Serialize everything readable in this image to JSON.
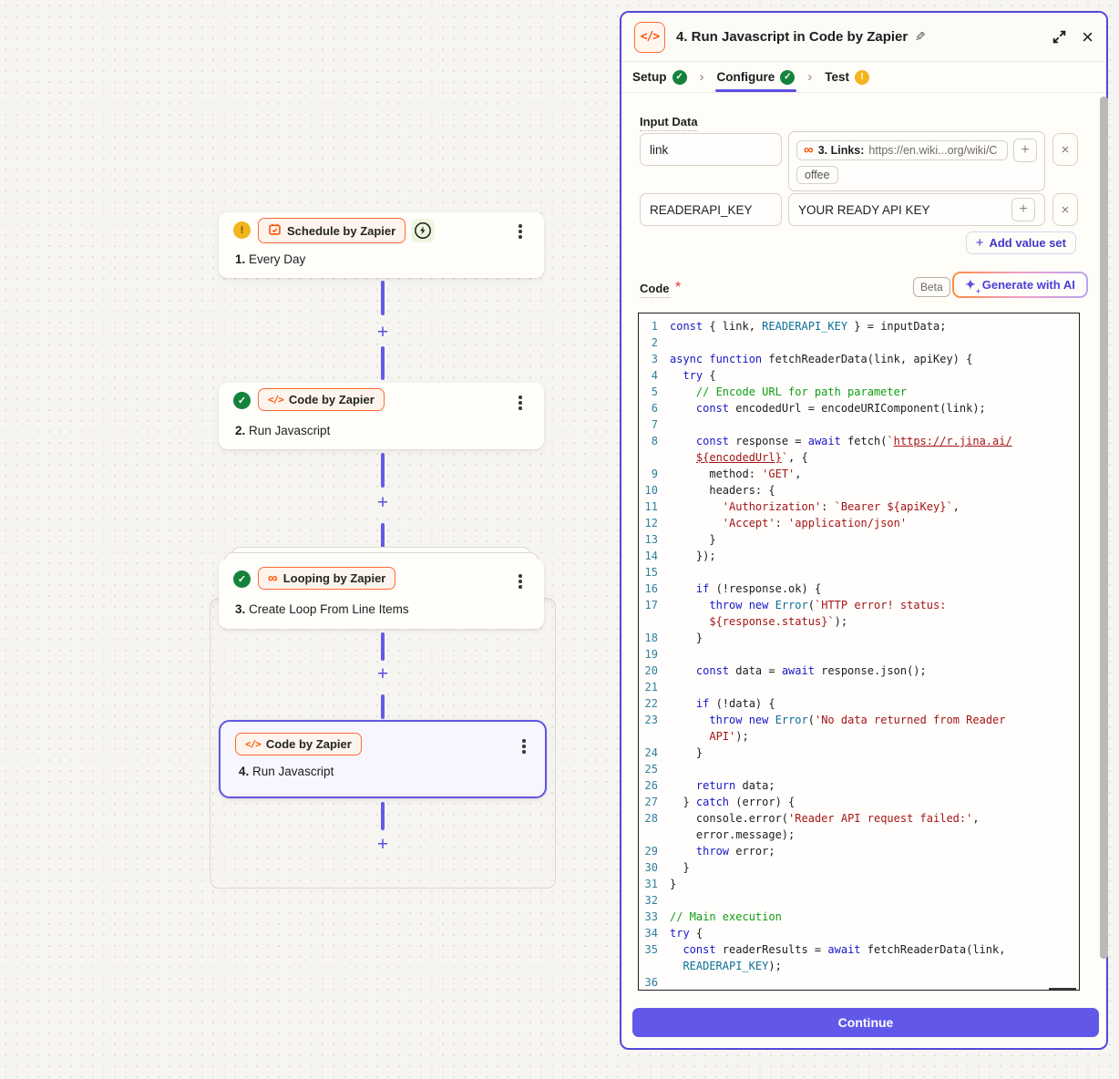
{
  "colors": {
    "brand_orange": "#ff4f00",
    "accent_purple": "#5b4fe0",
    "success_green": "#15823b",
    "warning_amber": "#f2b51d",
    "code_keyword": "#1717c9",
    "code_string": "#a31515",
    "code_comment": "#0d9f13",
    "code_variable": "#0b6e99"
  },
  "canvas": {
    "nodes": [
      {
        "app": "Schedule by Zapier",
        "step_num": "1.",
        "step_title": "Every Day",
        "status": "warning"
      },
      {
        "app": "Code by Zapier",
        "step_num": "2.",
        "step_title": "Run Javascript",
        "status": "done"
      },
      {
        "app": "Looping by Zapier",
        "step_num": "3.",
        "step_title": "Create Loop From Line Items",
        "status": "done"
      },
      {
        "app": "Code by Zapier",
        "step_num": "4.",
        "step_title": "Run Javascript",
        "status": "selected"
      }
    ]
  },
  "panel": {
    "header": {
      "title": "4. Run Javascript in Code by Zapier"
    },
    "tabs": [
      {
        "label": "Setup",
        "status": "done"
      },
      {
        "label": "Configure",
        "status": "done",
        "active": true
      },
      {
        "label": "Test",
        "status": "warning"
      }
    ],
    "input_data": {
      "label": "Input Data",
      "rows": [
        {
          "key": "link",
          "chip_bold": "3. Links:",
          "chip_url": "https://en.wiki...org/wiki/C",
          "chip_overflow": "offee"
        },
        {
          "key": "READERAPI_KEY",
          "value": "YOUR READY API KEY"
        }
      ],
      "add_value_set": "Add value set"
    },
    "code_section": {
      "label": "Code",
      "beta": "Beta",
      "generate": "Generate with AI"
    },
    "continue_label": "Continue"
  },
  "code": {
    "lines": [
      {
        "n": 1,
        "i": 0,
        "t": [
          [
            "k",
            "const"
          ],
          [
            "p",
            " { link, "
          ],
          [
            "v",
            "READERAPI_KEY"
          ],
          [
            "p",
            " } = inputData;"
          ]
        ]
      },
      {
        "n": 2,
        "i": 0,
        "t": []
      },
      {
        "n": 3,
        "i": 0,
        "t": [
          [
            "k",
            "async"
          ],
          [
            "p",
            " "
          ],
          [
            "k",
            "function"
          ],
          [
            "p",
            " fetchReaderData(link, apiKey) {"
          ]
        ]
      },
      {
        "n": 4,
        "i": 2,
        "t": [
          [
            "k",
            "try"
          ],
          [
            "p",
            " {"
          ]
        ]
      },
      {
        "n": 5,
        "i": 4,
        "t": [
          [
            "c",
            "// Encode URL for path parameter"
          ]
        ]
      },
      {
        "n": 6,
        "i": 4,
        "t": [
          [
            "k",
            "const"
          ],
          [
            "p",
            " encodedUrl = encodeURIComponent(link);"
          ]
        ]
      },
      {
        "n": 7,
        "i": 0,
        "t": []
      },
      {
        "n": 8,
        "i": 4,
        "t": [
          [
            "k",
            "const"
          ],
          [
            "p",
            " response = "
          ],
          [
            "k",
            "await"
          ],
          [
            "p",
            " fetch("
          ],
          [
            "s",
            "`"
          ],
          [
            "l",
            "https://r.jina.ai/"
          ],
          [
            "u",
            "${encodedUrl}"
          ],
          [
            "s",
            "`"
          ],
          [
            "p",
            ", {"
          ]
        ]
      },
      {
        "n": 9,
        "i": 6,
        "t": [
          [
            "p",
            "method: "
          ],
          [
            "s",
            "'GET'"
          ],
          [
            "p",
            ","
          ]
        ]
      },
      {
        "n": 10,
        "i": 6,
        "t": [
          [
            "p",
            "headers: {"
          ]
        ]
      },
      {
        "n": 11,
        "i": 8,
        "t": [
          [
            "s",
            "'Authorization'"
          ],
          [
            "p",
            ": "
          ],
          [
            "s",
            "`Bearer ${apiKey}`"
          ],
          [
            "p",
            ","
          ]
        ]
      },
      {
        "n": 12,
        "i": 8,
        "t": [
          [
            "s",
            "'Accept'"
          ],
          [
            "p",
            ": "
          ],
          [
            "s",
            "'application/json'"
          ]
        ]
      },
      {
        "n": 13,
        "i": 6,
        "t": [
          [
            "p",
            "}"
          ]
        ]
      },
      {
        "n": 14,
        "i": 4,
        "t": [
          [
            "p",
            "});"
          ]
        ]
      },
      {
        "n": 15,
        "i": 0,
        "t": []
      },
      {
        "n": 16,
        "i": 4,
        "t": [
          [
            "k",
            "if"
          ],
          [
            "p",
            " (!response.ok) {"
          ]
        ]
      },
      {
        "n": 17,
        "i": 6,
        "t": [
          [
            "k",
            "throw"
          ],
          [
            "p",
            " "
          ],
          [
            "k",
            "new"
          ],
          [
            "p",
            " "
          ],
          [
            "v",
            "Error"
          ],
          [
            "p",
            "("
          ],
          [
            "s",
            "`HTTP error! status: ${response.status}`"
          ],
          [
            "p",
            ");"
          ]
        ]
      },
      {
        "n": 18,
        "i": 4,
        "t": [
          [
            "p",
            "}"
          ]
        ]
      },
      {
        "n": 19,
        "i": 0,
        "t": []
      },
      {
        "n": 20,
        "i": 4,
        "t": [
          [
            "k",
            "const"
          ],
          [
            "p",
            " data = "
          ],
          [
            "k",
            "await"
          ],
          [
            "p",
            " response.json();"
          ]
        ]
      },
      {
        "n": 21,
        "i": 0,
        "t": []
      },
      {
        "n": 22,
        "i": 4,
        "t": [
          [
            "k",
            "if"
          ],
          [
            "p",
            " (!data) {"
          ]
        ]
      },
      {
        "n": 23,
        "i": 6,
        "t": [
          [
            "k",
            "throw"
          ],
          [
            "p",
            " "
          ],
          [
            "k",
            "new"
          ],
          [
            "p",
            " "
          ],
          [
            "v",
            "Error"
          ],
          [
            "p",
            "("
          ],
          [
            "s",
            "'No data returned from Reader API'"
          ],
          [
            "p",
            ");"
          ]
        ]
      },
      {
        "n": 24,
        "i": 4,
        "t": [
          [
            "p",
            "}"
          ]
        ]
      },
      {
        "n": 25,
        "i": 0,
        "t": []
      },
      {
        "n": 26,
        "i": 4,
        "t": [
          [
            "k",
            "return"
          ],
          [
            "p",
            " data;"
          ]
        ]
      },
      {
        "n": 27,
        "i": 2,
        "t": [
          [
            "p",
            "} "
          ],
          [
            "k",
            "catch"
          ],
          [
            "p",
            " (error) {"
          ]
        ]
      },
      {
        "n": 28,
        "i": 4,
        "t": [
          [
            "p",
            "console.error("
          ],
          [
            "s",
            "'Reader API request failed:'"
          ],
          [
            "p",
            ", error.message);"
          ]
        ]
      },
      {
        "n": 29,
        "i": 4,
        "t": [
          [
            "k",
            "throw"
          ],
          [
            "p",
            " error;"
          ]
        ]
      },
      {
        "n": 30,
        "i": 2,
        "t": [
          [
            "p",
            "}"
          ]
        ]
      },
      {
        "n": 31,
        "i": 0,
        "t": [
          [
            "p",
            "}"
          ]
        ]
      },
      {
        "n": 32,
        "i": 0,
        "t": []
      },
      {
        "n": 33,
        "i": 0,
        "t": [
          [
            "c",
            "// Main execution"
          ]
        ]
      },
      {
        "n": 34,
        "i": 0,
        "t": [
          [
            "k",
            "try"
          ],
          [
            "p",
            " {"
          ]
        ]
      },
      {
        "n": 35,
        "i": 2,
        "t": [
          [
            "k",
            "const"
          ],
          [
            "p",
            " readerResults = "
          ],
          [
            "k",
            "await"
          ],
          [
            "p",
            " fetchReaderData(link, "
          ],
          [
            "v",
            "READERAPI_KEY"
          ],
          [
            "p",
            ");"
          ]
        ]
      },
      {
        "n": 36,
        "i": 0,
        "t": []
      }
    ]
  }
}
